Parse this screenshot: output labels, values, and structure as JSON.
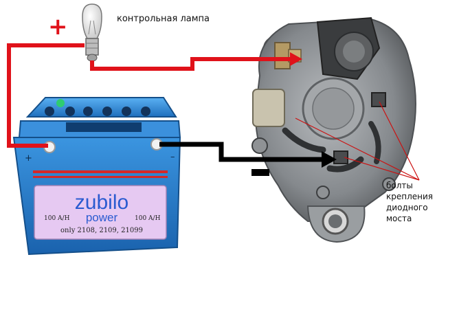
{
  "labels": {
    "lamp": "контрольная лампа",
    "bolts": [
      "болты",
      "крепления",
      "диодного",
      "моста"
    ]
  },
  "battery": {
    "brand": "zubilo",
    "sub_brand": "power",
    "capacity_left": "100 A/H",
    "capacity_right": "100 A/H",
    "models": "only 2108, 2109, 21099",
    "plus_sign": "+",
    "minus_sign": "–",
    "case_color": "#2f86d6",
    "label_color": "#e6c9f2"
  },
  "symbols": {
    "plus": "+",
    "minus": "−"
  },
  "colors": {
    "positive_wire": "#e0121a",
    "negative_wire": "#000000",
    "pointer_lines": "#cc1111",
    "alternator": "#8a8d90"
  }
}
